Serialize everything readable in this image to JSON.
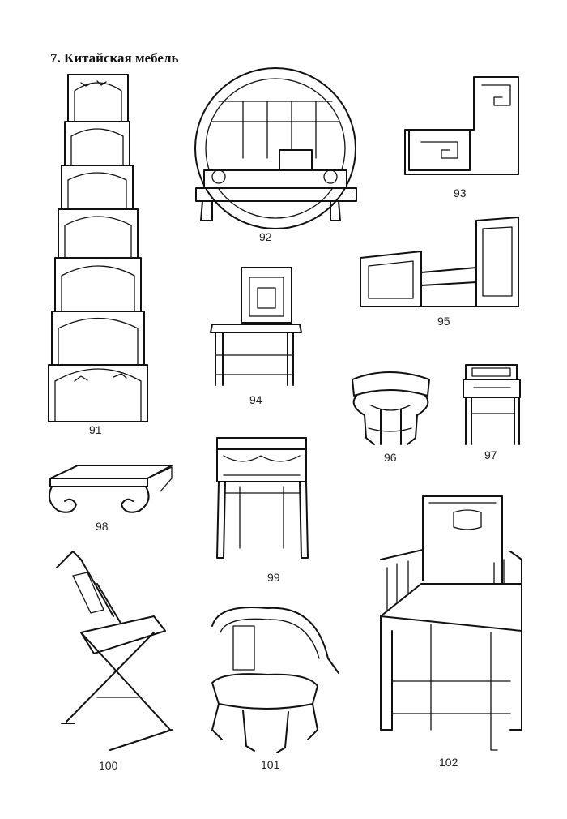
{
  "page": {
    "title": "7.  Китайская  мебель"
  },
  "figures": [
    {
      "number": "91",
      "subject": "stacked-tables-icon"
    },
    {
      "number": "92",
      "subject": "moon-bed-icon"
    },
    {
      "number": "93",
      "subject": "fretwork-shelf-icon"
    },
    {
      "number": "94",
      "subject": "side-chair-icon"
    },
    {
      "number": "95",
      "subject": "bench-with-shelves-icon"
    },
    {
      "number": "96",
      "subject": "stool-icon"
    },
    {
      "number": "97",
      "subject": "small-table-icon"
    },
    {
      "number": "98",
      "subject": "low-table-icon"
    },
    {
      "number": "99",
      "subject": "stand-icon"
    },
    {
      "number": "100",
      "subject": "folding-chair-icon"
    },
    {
      "number": "101",
      "subject": "round-back-armchair-icon"
    },
    {
      "number": "102",
      "subject": "bamboo-armchair-icon"
    }
  ]
}
